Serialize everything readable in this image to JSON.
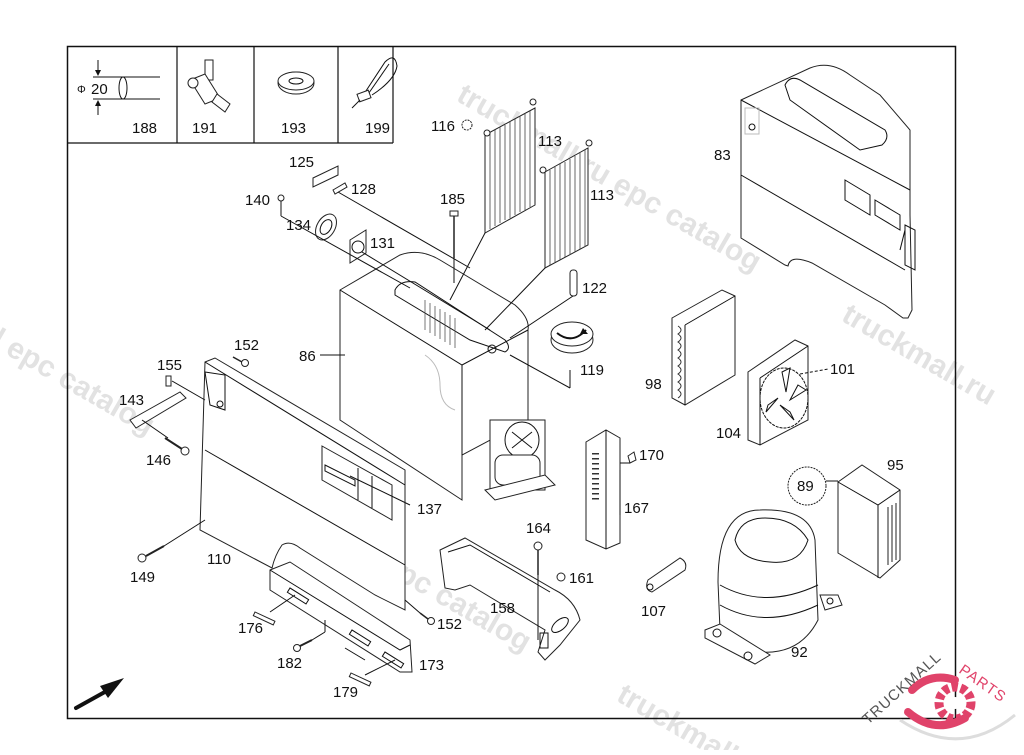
{
  "diagram": {
    "title": "Refrigerator unit exploded parts diagram",
    "legend_box": {
      "items": [
        {
          "part_no": "188",
          "icon": "hose-diameter-icon",
          "dimension_label": "20",
          "dimension_symbol": "Φ"
        },
        {
          "part_no": "191",
          "icon": "tee-connector-icon"
        },
        {
          "part_no": "193",
          "icon": "grommet-icon"
        },
        {
          "part_no": "199",
          "icon": "cable-tie-icon"
        }
      ]
    },
    "callouts": [
      {
        "id": "116",
        "part": "nut"
      },
      {
        "id": "113",
        "part": "filter-grille-upper"
      },
      {
        "id": "113",
        "part": "filter-grille-lower"
      },
      {
        "id": "125",
        "part": "gasket-plate"
      },
      {
        "id": "128",
        "part": "clip"
      },
      {
        "id": "140",
        "part": "screw"
      },
      {
        "id": "134",
        "part": "fan-guard"
      },
      {
        "id": "131",
        "part": "small-fan"
      },
      {
        "id": "185",
        "part": "bolt"
      },
      {
        "id": "122",
        "part": "pin"
      },
      {
        "id": "119",
        "part": "knob"
      },
      {
        "id": "86",
        "part": "housing"
      },
      {
        "id": "83",
        "part": "outer-cover"
      },
      {
        "id": "98",
        "part": "condenser"
      },
      {
        "id": "101",
        "part": "fan-blade"
      },
      {
        "id": "104",
        "part": "fan-frame"
      },
      {
        "id": "95",
        "part": "relay-box"
      },
      {
        "id": "89",
        "part": "circle-marker"
      },
      {
        "id": "92",
        "part": "compressor"
      },
      {
        "id": "107",
        "part": "dryer-filter"
      },
      {
        "id": "170",
        "part": "screw"
      },
      {
        "id": "167",
        "part": "vent-panel"
      },
      {
        "id": "164",
        "part": "bolt"
      },
      {
        "id": "161",
        "part": "nut"
      },
      {
        "id": "158",
        "part": "mounting-bracket"
      },
      {
        "id": "152",
        "part": "screw-upper"
      },
      {
        "id": "152",
        "part": "screw-lower"
      },
      {
        "id": "155",
        "part": "clip"
      },
      {
        "id": "143",
        "part": "strip"
      },
      {
        "id": "146",
        "part": "screw"
      },
      {
        "id": "137",
        "part": "control-panel"
      },
      {
        "id": "149",
        "part": "screw"
      },
      {
        "id": "110",
        "part": "front-panel"
      },
      {
        "id": "176",
        "part": "rivet"
      },
      {
        "id": "182",
        "part": "screw"
      },
      {
        "id": "173",
        "part": "rail"
      },
      {
        "id": "179",
        "part": "rivet"
      }
    ],
    "direction_arrow": "front-direction-arrow"
  },
  "watermark": {
    "text_a": "truckmall.ru epc catalog",
    "text_b": "epc catalog",
    "text_c": "truckmall.ru",
    "text_d": "l epc catalog"
  },
  "logo": {
    "text_left": "TRUCKMALL",
    "text_right": "PARTS",
    "brand_color": "#e0436a",
    "dark_color": "#555555"
  }
}
